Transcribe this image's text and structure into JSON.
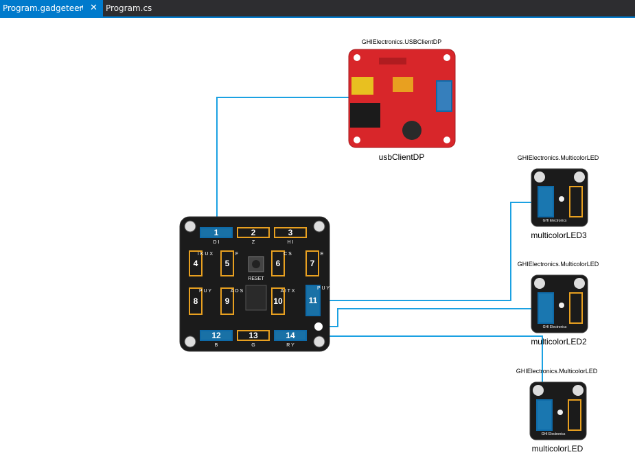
{
  "tabs": [
    {
      "label": "Program.gadgeteer",
      "active": true
    },
    {
      "label": "Program.cs",
      "active": false
    }
  ],
  "tab_icons": {
    "pin": "pin-icon",
    "close": "close-icon"
  },
  "colors": {
    "accent": "#007acc",
    "wire": "#1ba1e2",
    "socket_selected": "#1a8fd6",
    "socket": "#e8a020",
    "board": "#1b1b1b",
    "usb_board": "#d8262a"
  },
  "mainboard": {
    "sockets": [
      "1",
      "2",
      "3",
      "4",
      "5",
      "6",
      "7",
      "8",
      "9",
      "10",
      "11",
      "12",
      "13",
      "14"
    ],
    "socket_codes": [
      "D I",
      "Z",
      "H I",
      "I K U X",
      "F",
      "C S",
      "E",
      "P U Y",
      "A O S",
      "A I T X",
      "P U Y",
      "B",
      "G",
      "R Y"
    ],
    "silk": [
      "RESET"
    ]
  },
  "modules": [
    {
      "type": "GHIElectronics.USBClientDP",
      "name": "usbClientDP"
    },
    {
      "type": "GHIElectronics.MulticolorLED",
      "name": "multicolorLED3"
    },
    {
      "type": "GHIElectronics.MulticolorLED",
      "name": "multicolorLED2"
    },
    {
      "type": "GHIElectronics.MulticolorLED",
      "name": "multicolorLED"
    }
  ],
  "led_silk": "GHI Electronics"
}
